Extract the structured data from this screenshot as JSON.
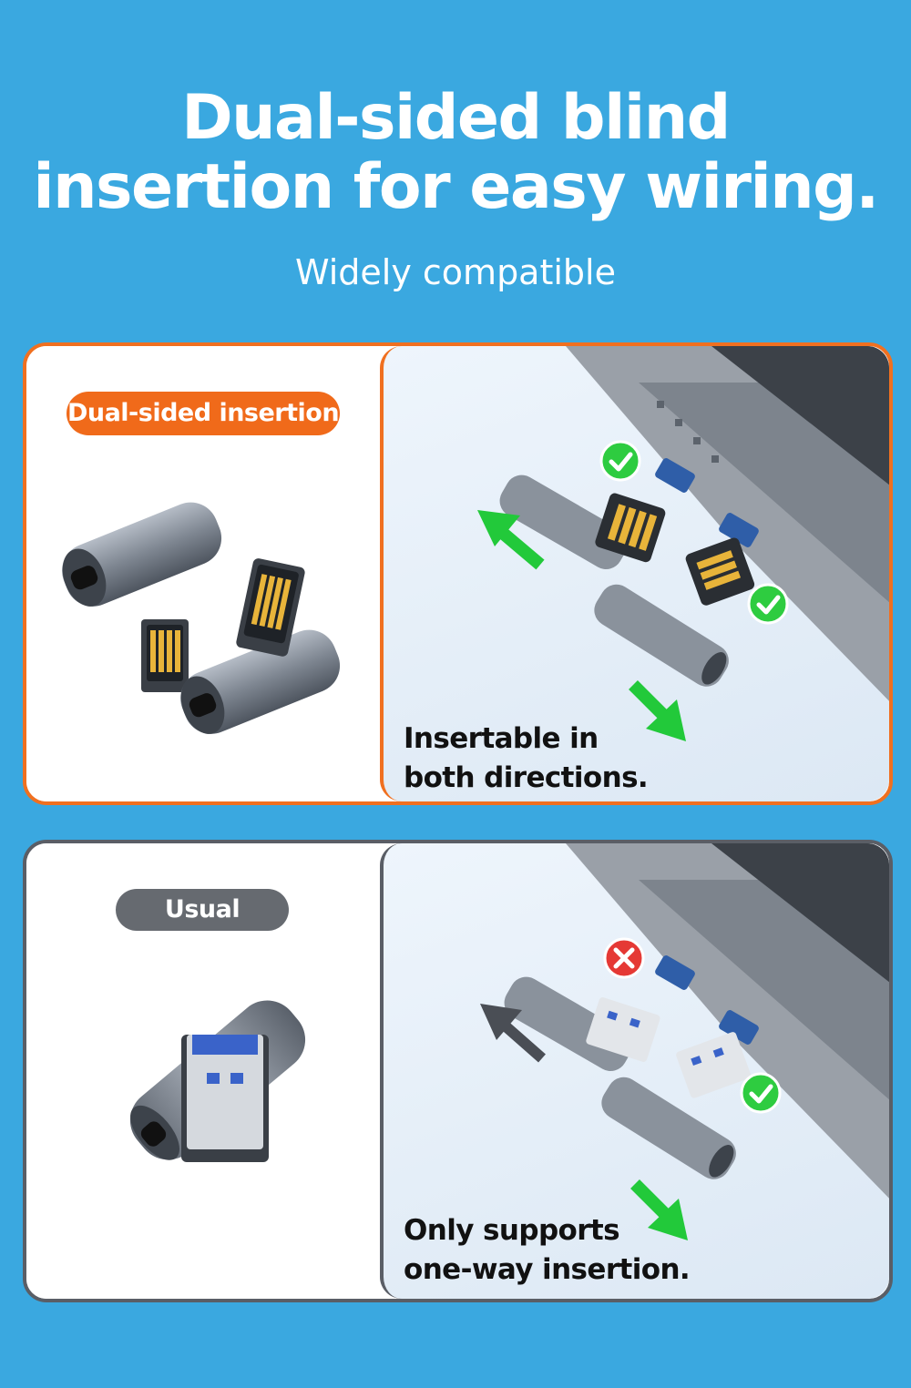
{
  "header": {
    "title_line1": "Dual-sided blind",
    "title_line2": "insertion for easy wiring.",
    "subtitle": "Widely compatible"
  },
  "panel_top": {
    "badge": "Dual-sided insertion",
    "caption_line1": "Insertable in",
    "caption_line2": "both directions.",
    "marks": [
      "check-icon",
      "check-icon"
    ]
  },
  "panel_bottom": {
    "badge": "Usual",
    "caption_line1": "Only supports",
    "caption_line2": "one-way insertion.",
    "marks": [
      "cross-icon",
      "check-icon"
    ]
  },
  "colors": {
    "background": "#3aa8e0",
    "accent_orange": "#f06a1a",
    "neutral_gray": "#666a70",
    "check_green": "#2ecc40",
    "cross_red": "#e53935",
    "arrow_green": "#22c93a"
  }
}
